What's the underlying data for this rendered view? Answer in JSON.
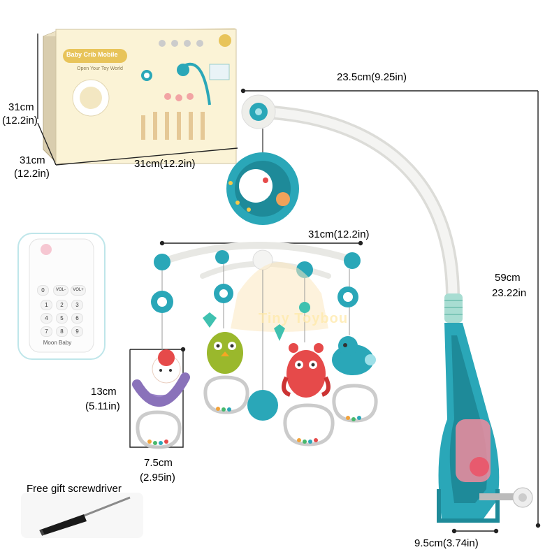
{
  "product": {
    "box": {
      "title": "Baby Crib Mobile",
      "subtitle": "Open Your Toy World"
    },
    "remote": {
      "brand": "Moon Baby",
      "keys": [
        "0",
        "VOL-",
        "VOL+",
        "1",
        "2",
        "3",
        "4",
        "5",
        "6",
        "7",
        "8",
        "9"
      ]
    },
    "watermark": "Tiny Toybou"
  },
  "dimensions": {
    "box_height_cm": "31cm",
    "box_height_in": "(12.2in)",
    "box_depth_cm": "31cm",
    "box_depth_in": "(12.2in)",
    "box_width": "31cm(12.2in)",
    "arm_width": "23.5cm(9.25in)",
    "hanger_width": "31cm(12.2in)",
    "total_height_cm": "59cm",
    "total_height_in": "23.22in",
    "toy_height_cm": "13cm",
    "toy_height_in": "(5.11in)",
    "toy_width_cm": "7.5cm",
    "toy_width_in": "(2.95in)",
    "clamp_width": "9.5cm(3.74in)"
  },
  "gift": {
    "label": "Free gift screwdriver"
  },
  "colors": {
    "teal": "#2aa7b8",
    "teal_dark": "#1e8a99",
    "arm_white": "#f1f1ef",
    "box_cream": "#fbf3d6",
    "box_frame": "#e8c45a",
    "toy_green": "#9ab82c",
    "toy_red": "#e64a4a",
    "toy_purple": "#9a83c9"
  }
}
